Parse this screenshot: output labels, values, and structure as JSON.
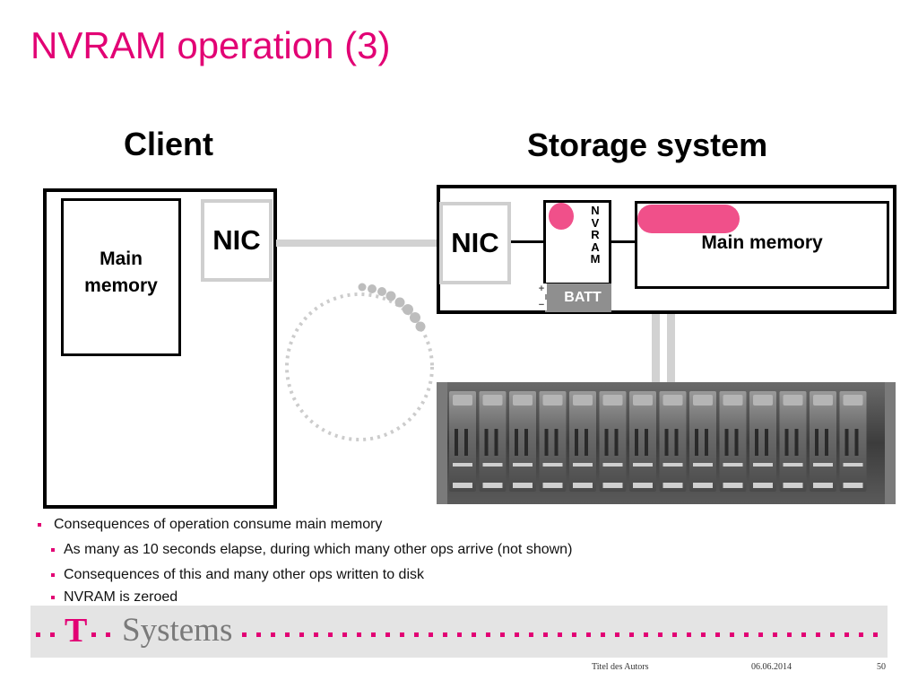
{
  "slide": {
    "title": "NVRAM operation (3)"
  },
  "diagram": {
    "client": {
      "heading": "Client",
      "main_memory_label": "Main\nmemory",
      "nic_label": "NIC"
    },
    "storage": {
      "heading": "Storage system",
      "nic_label": "NIC",
      "nvram_label": "N\nV\nR\nA\nM",
      "battery_label": "BATT",
      "battery_plus": "+",
      "battery_minus": "−",
      "main_memory_label": "Main memory"
    },
    "colors": {
      "accent": "#e20074",
      "pending_op": "#f0508a",
      "connector": "#d2d2d2"
    }
  },
  "bullets": [
    {
      "level": 1,
      "text": "Consequences of operation consume main memory"
    },
    {
      "level": 2,
      "text": "As many as 10 seconds elapse, during which many other ops arrive (not shown)"
    },
    {
      "level": 2,
      "text": "Consequences of this and many other ops written to disk"
    },
    {
      "level": 2,
      "text": "NVRAM is zeroed"
    }
  ],
  "footer": {
    "brand_t": "T",
    "brand_word": "Systems",
    "author": "Titel des Autors",
    "date": "06.06.2014",
    "page_number": "50"
  }
}
